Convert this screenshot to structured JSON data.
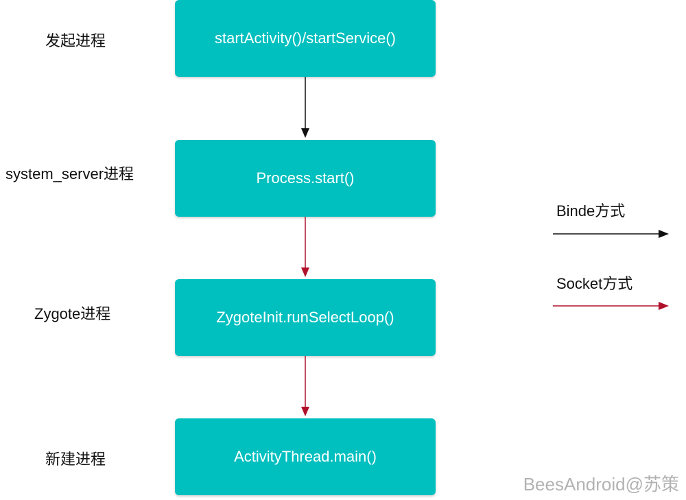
{
  "stages": [
    {
      "label": "发起进程",
      "call": "startActivity()/startService()"
    },
    {
      "label": "system_server进程",
      "call": "Process.start()"
    },
    {
      "label": "Zygote进程",
      "call": "ZygoteInit.runSelectLoop()"
    },
    {
      "label": "新建进程",
      "call": "ActivityThread.main()"
    }
  ],
  "legend": {
    "binder_label": "Binde方式",
    "socket_label": "Socket方式"
  },
  "colors": {
    "box": "#00bfbf",
    "binder_arrow": "#111111",
    "socket_arrow": "#b0102a"
  },
  "watermark": "BeesAndroid@苏策"
}
